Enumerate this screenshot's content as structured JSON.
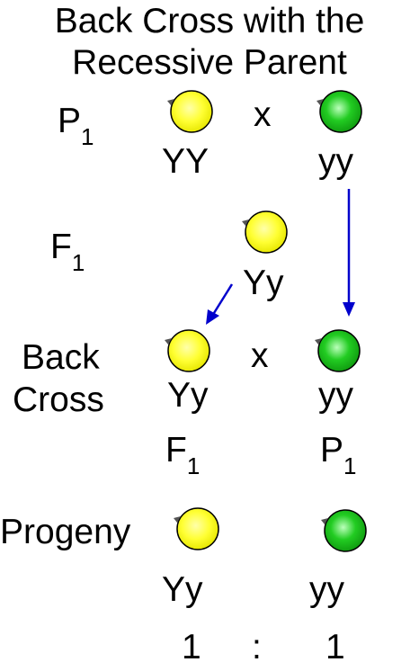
{
  "title": {
    "line1": "Back Cross with the",
    "line2": "Recessive Parent"
  },
  "generations": {
    "p1": {
      "letter": "P",
      "sub": "1"
    },
    "f1": {
      "letter": "F",
      "sub": "1"
    },
    "back_cross_line1": "Back",
    "back_cross_line2": "Cross",
    "progeny": "Progeny"
  },
  "cross_symbol": "x",
  "genotypes": {
    "p1_left": "YY",
    "p1_right": "yy",
    "f1": "Yy",
    "bc_left": "Yy",
    "bc_right": "yy",
    "progeny_left": "Yy",
    "progeny_right": "yy"
  },
  "bc_parents": {
    "left": {
      "letter": "F",
      "sub": "1"
    },
    "right": {
      "letter": "P",
      "sub": "1"
    }
  },
  "ratio": {
    "left": "1",
    "sep": ":",
    "right": "1"
  },
  "colors": {
    "yellow_pea": "#ffff33",
    "yellow_pea_center": "#ffffaa",
    "green_pea": "#22cc22",
    "green_pea_center": "#bbffbb",
    "arrow": "#0000cc"
  }
}
